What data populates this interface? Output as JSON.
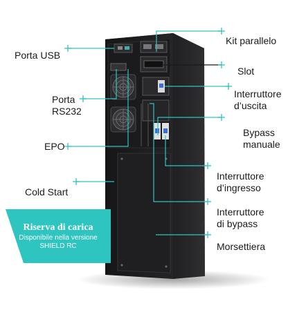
{
  "labels": {
    "kit_parallelo": "Kit parallelo",
    "porta_usb": "Porta USB",
    "slot": "Slot",
    "porta_rs232_l1": "Porta",
    "porta_rs232_l2": "RS232",
    "interruttore_uscita_l1": "Interruttore",
    "interruttore_uscita_l2": "d’uscita",
    "bypass_manuale_l1": "Bypass",
    "bypass_manuale_l2": "manuale",
    "epo": "EPO",
    "interruttore_ingresso_l1": "Interruttore",
    "interruttore_ingresso_l2": "d’ingresso",
    "cold_start": "Cold Start",
    "interruttore_bypass_l1": "Interruttore",
    "interruttore_bypass_l2": "di bypass",
    "morsettiera": "Morsettiera"
  },
  "banner": {
    "title": "Riserva di carica",
    "subtitle": "Disponibile nella versione SHIELD RC"
  },
  "colors": {
    "accent": "#2ec4c0",
    "banner_start": "#2ec4c0",
    "banner_end": "#5cd6cf",
    "device": "#1d1d1f",
    "device_side": "#2b2b2d",
    "text": "#1a1a1a"
  }
}
